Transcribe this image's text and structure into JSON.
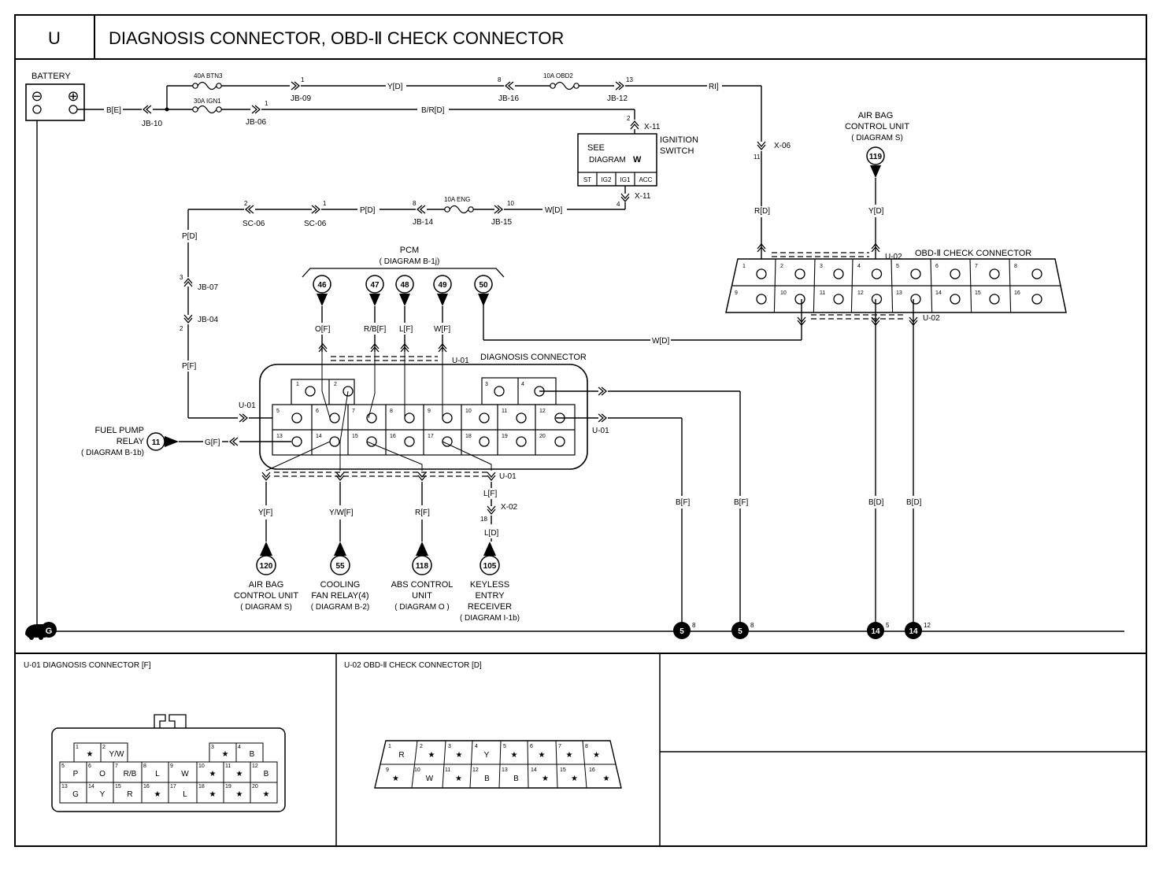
{
  "header": {
    "section": "U",
    "title": "DIAGNOSIS CONNECTOR, OBD-Ⅱ CHECK CONNECTOR"
  },
  "battery": {
    "label": "BATTERY",
    "minus": "⊖",
    "plus": "⊕",
    "wire": "B[E]"
  },
  "fuses": {
    "btn3": "40A BTN3",
    "ign1": "30A IGN1",
    "obd2": "10A OBD2",
    "eng": "10A ENG"
  },
  "wires": {
    "y_d": "Y[D]",
    "br_d": "B/R[D]",
    "ri": "RI]",
    "p_d": "P[D]",
    "w_d": "W[D]",
    "p_d_vert": "P[D]",
    "p_f": "P[F]",
    "r_d": "R[D]",
    "y_d2": "Y[D]",
    "o_f": "O[F]",
    "rb_f": "R/B[F]",
    "l_f": "L[F]",
    "w_f": "W[F]",
    "w_d2": "W[D]",
    "g_f": "G[F]",
    "y_f": "Y[F]",
    "yw_f": "Y/W[F]",
    "r_f": "R[F]",
    "l_f2": "L[F]",
    "l_d": "L[D]",
    "b_f1": "B[F]",
    "b_f2": "B[F]",
    "b_d1": "B[D]",
    "b_d2": "B[D]"
  },
  "connectors": {
    "jb10": "JB-10",
    "jb09": "JB-09",
    "jb06": "JB-06",
    "jb16": "JB-16",
    "jb12": "JB-12",
    "x11a": "X-11",
    "x11b": "X-11",
    "x06": "X-06",
    "sc06a": "SC-06",
    "sc06b": "SC-06",
    "jb14": "JB-14",
    "jb15": "JB-15",
    "jb07": "JB-07",
    "jb04": "JB-04",
    "u01a": "U-01",
    "u01b": "U-01",
    "u01c": "U-01",
    "u01d": "U-01",
    "u02a": "U-02",
    "u02b": "U-02",
    "x02": "X-02"
  },
  "pin_numbers": {
    "jb09": "1",
    "jb06": "1",
    "jb16": "8",
    "jb12": "13",
    "x11a": "2",
    "x06": "11",
    "sc06a": "2",
    "sc06b": "1",
    "jb14": "8",
    "jb15": "10",
    "x11b": "4",
    "jb07": "3",
    "jb04": "2",
    "x02": "18"
  },
  "ignition": {
    "see": "SEE",
    "diagram": "DIAGRAM",
    "letter": "W",
    "label_line1": "IGNITION",
    "label_line2": "SWITCH",
    "terms": [
      "ST",
      "IG2",
      "IG1",
      "ACC"
    ]
  },
  "airbag_top": {
    "line1": "AIR BAG",
    "line2": "CONTROL UNIT",
    "line3": "( DIAGRAM S)",
    "ref": "119"
  },
  "obd": {
    "title": "OBD-Ⅱ CHECK CONNECTOR",
    "pins_top": [
      "1",
      "2",
      "3",
      "4",
      "5",
      "6",
      "7",
      "8"
    ],
    "pins_bottom": [
      "9",
      "10",
      "11",
      "12",
      "13",
      "14",
      "15",
      "16"
    ]
  },
  "pcm": {
    "label": "PCM",
    "sub": "( DIAGRAM B-1j)",
    "refs": [
      "46",
      "47",
      "48",
      "49",
      "50"
    ]
  },
  "diag": {
    "title": "DIAGNOSIS CONNECTOR",
    "pins": [
      "1",
      "2",
      "3",
      "4",
      "5",
      "6",
      "7",
      "8",
      "9",
      "10",
      "11",
      "12",
      "13",
      "14",
      "15",
      "16",
      "17",
      "18",
      "19",
      "20"
    ]
  },
  "fuel_pump": {
    "line1": "FUEL PUMP",
    "line2": "RELAY",
    "line3": "( DIAGRAM B-1b)",
    "ref": "11"
  },
  "bottom_refs": [
    {
      "ref": "120",
      "line1": "AIR BAG",
      "line2": "CONTROL UNIT",
      "line3": "( DIAGRAM S)",
      "line4": ""
    },
    {
      "ref": "55",
      "line1": "COOLING",
      "line2": "FAN RELAY(4)",
      "line3": "( DIAGRAM B-2)",
      "line4": ""
    },
    {
      "ref": "118",
      "line1": "ABS CONTROL",
      "line2": "UNIT",
      "line3": "( DIAGRAM O )",
      "line4": ""
    },
    {
      "ref": "105",
      "line1": "KEYLESS",
      "line2": "ENTRY",
      "line3": "RECEIVER",
      "line4": "( DIAGRAM I-1b)"
    }
  ],
  "grounds": {
    "main": "G",
    "points": [
      {
        "num": "5",
        "sup": "8"
      },
      {
        "num": "5",
        "sup": "8"
      },
      {
        "num": "14",
        "sup": "5"
      },
      {
        "num": "14",
        "sup": "12"
      }
    ]
  },
  "u01_panel": {
    "title": "U-01 DIAGNOSIS CONNECTOR [F]",
    "cells": [
      {
        "n": "1",
        "v": "★"
      },
      {
        "n": "2",
        "v": "Y/W"
      },
      {
        "n": "3",
        "v": "★"
      },
      {
        "n": "4",
        "v": "B"
      },
      {
        "n": "5",
        "v": "P"
      },
      {
        "n": "6",
        "v": "O"
      },
      {
        "n": "7",
        "v": "R/B"
      },
      {
        "n": "8",
        "v": "L"
      },
      {
        "n": "9",
        "v": "W"
      },
      {
        "n": "10",
        "v": "★"
      },
      {
        "n": "11",
        "v": "★"
      },
      {
        "n": "12",
        "v": "B"
      },
      {
        "n": "13",
        "v": "G"
      },
      {
        "n": "14",
        "v": "Y"
      },
      {
        "n": "15",
        "v": "R"
      },
      {
        "n": "16",
        "v": "★"
      },
      {
        "n": "17",
        "v": "L"
      },
      {
        "n": "18",
        "v": "★"
      },
      {
        "n": "19",
        "v": "★"
      },
      {
        "n": "20",
        "v": "★"
      }
    ]
  },
  "u02_panel": {
    "title": "U-02 OBD-Ⅱ CHECK CONNECTOR [D]",
    "cells": [
      {
        "n": "1",
        "v": "R"
      },
      {
        "n": "2",
        "v": "★"
      },
      {
        "n": "3",
        "v": "★"
      },
      {
        "n": "4",
        "v": "Y"
      },
      {
        "n": "5",
        "v": "★"
      },
      {
        "n": "6",
        "v": "★"
      },
      {
        "n": "7",
        "v": "★"
      },
      {
        "n": "8",
        "v": "★"
      },
      {
        "n": "9",
        "v": "★"
      },
      {
        "n": "10",
        "v": "W"
      },
      {
        "n": "11",
        "v": "★"
      },
      {
        "n": "12",
        "v": "B"
      },
      {
        "n": "13",
        "v": "B"
      },
      {
        "n": "14",
        "v": "★"
      },
      {
        "n": "15",
        "v": "★"
      },
      {
        "n": "16",
        "v": "★"
      }
    ]
  }
}
